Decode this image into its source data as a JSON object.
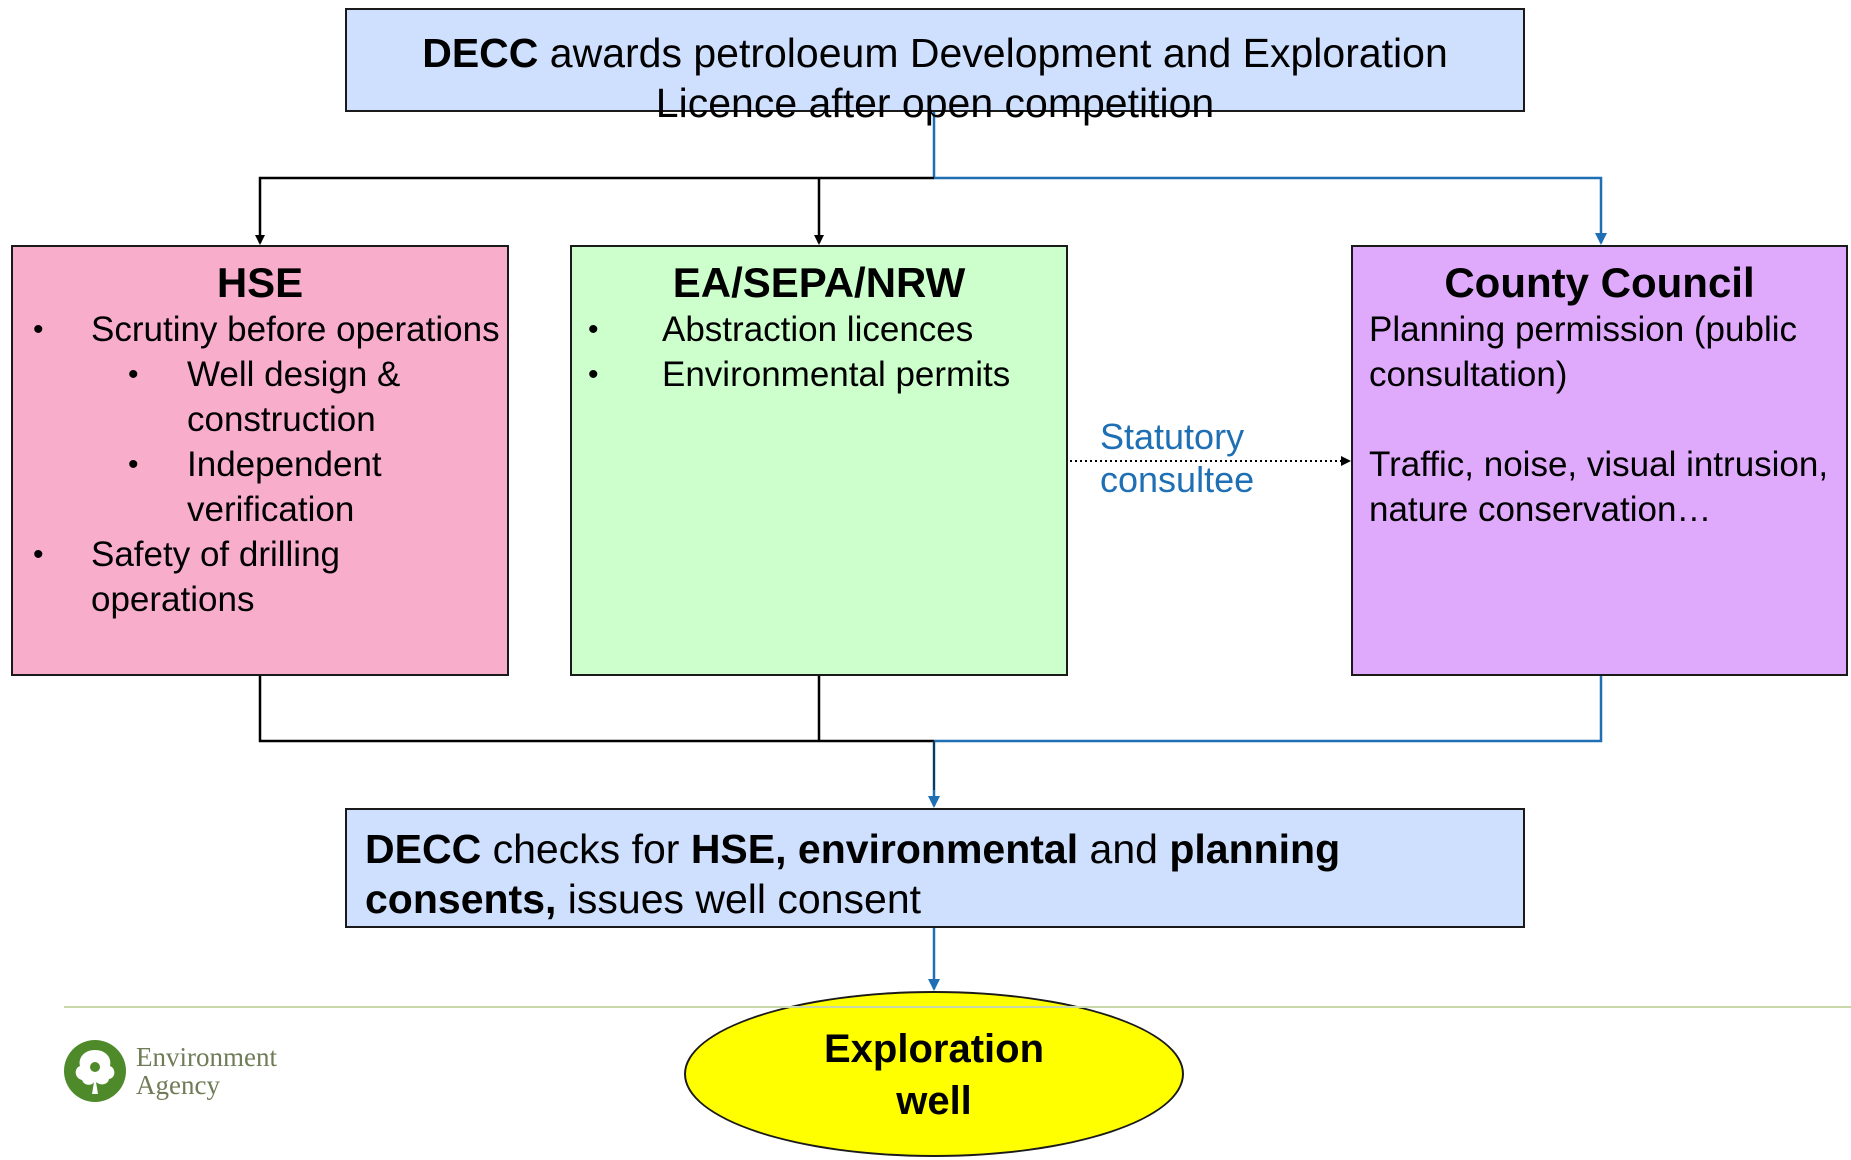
{
  "top_box": {
    "bold": "DECC",
    "text_line1": " awards petroloeum Development and  Exploration",
    "text_line2": "Licence after open competition"
  },
  "hse": {
    "title": "HSE",
    "items": [
      {
        "text": "Scrutiny before operations"
      },
      {
        "text": "Well design & construction"
      },
      {
        "text": "Independent verification"
      },
      {
        "text": "Safety of drilling operations"
      }
    ]
  },
  "ea": {
    "title": "EA/SEPA/NRW",
    "items": [
      {
        "text": "Abstraction licences"
      },
      {
        "text": "Environmental permits"
      }
    ]
  },
  "council": {
    "title": "County Council",
    "para1": "Planning permission (public consultation)",
    "para2": "Traffic, noise, visual intrusion, nature conservation…"
  },
  "consultee_label": "Statutory consultee",
  "bottom_box": {
    "b1": "DECC",
    "t1": " checks for ",
    "b2": "HSE, environmental",
    "t2": " and ",
    "b3": "planning consents,",
    "t3": " issues well consent"
  },
  "result": {
    "line1": "Exploration",
    "line2": "well"
  },
  "logo": {
    "line1": "Environment",
    "line2": "Agency"
  },
  "colors": {
    "decc_box": "#cfe0fe",
    "hse_box": "#f8aecb",
    "ea_box": "#ccffcc",
    "council_box": "#dfaafb",
    "result_ellipse": "#ffff00",
    "blue_connector": "#1f6fb5",
    "logo_green": "#4f8a2a"
  }
}
